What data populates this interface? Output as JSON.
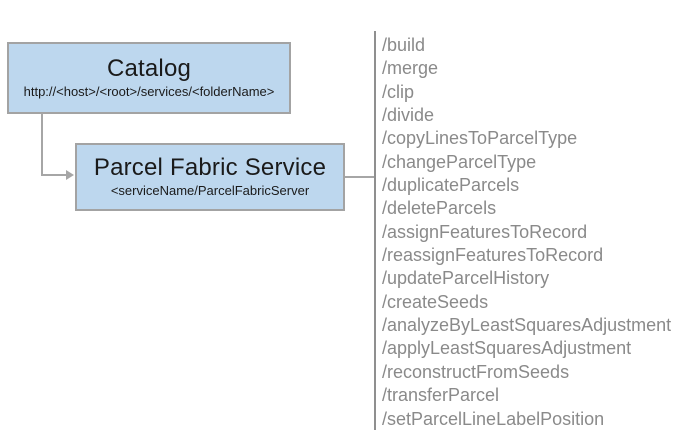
{
  "diagram": {
    "nodes": [
      {
        "id": "catalog",
        "title": "Catalog",
        "subtitle": "http://<host>/<root>/services/<folderName>"
      },
      {
        "id": "parcel-fabric-service",
        "title": "Parcel Fabric Service",
        "subtitle": "<serviceName/ParcelFabricServer"
      }
    ],
    "endpoints": [
      "/build",
      "/merge",
      "/clip",
      "/divide",
      "/copyLinesToParcelType",
      "/changeParcelType",
      "/duplicateParcels",
      "/deleteParcels",
      "/assignFeaturesToRecord",
      "/reassignFeaturesToRecord",
      "/updateParcelHistory",
      "/createSeeds",
      "/analyzeByLeastSquaresAdjustment",
      "/applyLeastSquaresAdjustment",
      "/reconstructFromSeeds",
      "/transferParcel",
      "/setParcelLineLabelPosition"
    ],
    "colors": {
      "node_fill": "#bdd7ee",
      "node_border": "#a3a3a3",
      "connector": "#a6a6a6",
      "divider_line": "#8f8f8f",
      "endpoint_text": "#8a8a8a",
      "title_text": "#1a1a1a",
      "background": "#ffffff"
    }
  }
}
